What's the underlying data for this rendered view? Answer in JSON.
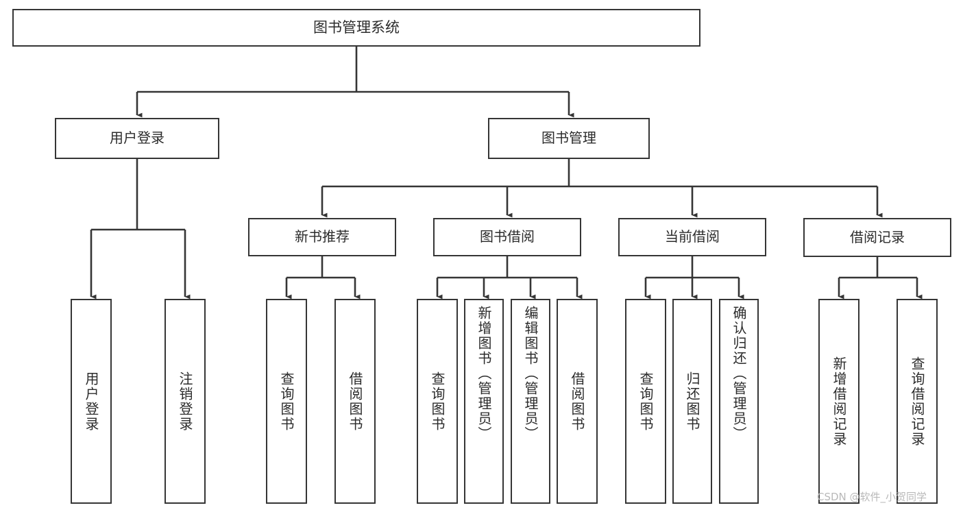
{
  "diagram": {
    "title": "图书管理系统",
    "type": "hierarchy-tree",
    "watermark": "CSDN @软件_小贺同学",
    "colors": {
      "stroke": "#353535",
      "fill": "#ffffff",
      "text": "#2b2b2b",
      "watermark": "#b9b9b9"
    },
    "nodes": {
      "root": {
        "label": "图书管理系统"
      },
      "level2": [
        {
          "id": "user-login",
          "label": "用户登录"
        },
        {
          "id": "book-management",
          "label": "图书管理"
        }
      ],
      "level3": [
        {
          "id": "new-book-recommend",
          "label": "新书推荐"
        },
        {
          "id": "book-borrow",
          "label": "图书借阅"
        },
        {
          "id": "current-borrow",
          "label": "当前借阅"
        },
        {
          "id": "borrow-record",
          "label": "借阅记录"
        }
      ],
      "leaves": {
        "user_login": [
          {
            "id": "leaf-user-login",
            "label": "用户登录"
          },
          {
            "id": "leaf-logout-login",
            "label": "注销登录"
          }
        ],
        "new_book_recommend": [
          {
            "id": "leaf-query-book-1",
            "label": "查询图书"
          },
          {
            "id": "leaf-borrow-book-1",
            "label": "借阅图书"
          }
        ],
        "book_borrow": [
          {
            "id": "leaf-query-book-2",
            "label": "查询图书"
          },
          {
            "id": "leaf-add-book",
            "label": "新增图书（管理员）"
          },
          {
            "id": "leaf-edit-book",
            "label": "编辑图书（管理员）"
          },
          {
            "id": "leaf-borrow-book-2",
            "label": "借阅图书"
          }
        ],
        "current_borrow": [
          {
            "id": "leaf-query-book-3",
            "label": "查询图书"
          },
          {
            "id": "leaf-return-book",
            "label": "归还图书"
          },
          {
            "id": "leaf-confirm-return",
            "label": "确认归还（管理员）"
          }
        ],
        "borrow_record": [
          {
            "id": "leaf-add-record",
            "label": "新增借阅记录"
          },
          {
            "id": "leaf-query-record",
            "label": "查询借阅记录"
          }
        ]
      }
    }
  }
}
